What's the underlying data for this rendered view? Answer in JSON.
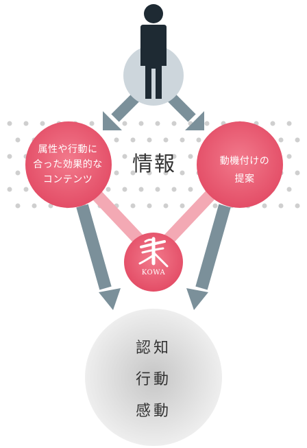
{
  "center_label": "情報",
  "left_node": {
    "lines": [
      "属性や行動に",
      "合った効果的な",
      "コンテンツ"
    ]
  },
  "right_node": {
    "lines": [
      "動機付けの",
      "提案"
    ]
  },
  "logo": {
    "text": "KOWA"
  },
  "outcome": {
    "lines": [
      "認知",
      "行動",
      "感動"
    ]
  },
  "colors": {
    "node_red": "#e8506a",
    "connector_pink": "#f3a9b4",
    "arrow_gray": "#7b909a",
    "person_dark": "#1e2a33",
    "person_bg": "#cdd6dc",
    "dot_gray": "#cfcfcf",
    "outcome_gray": "#dcdcdc"
  }
}
